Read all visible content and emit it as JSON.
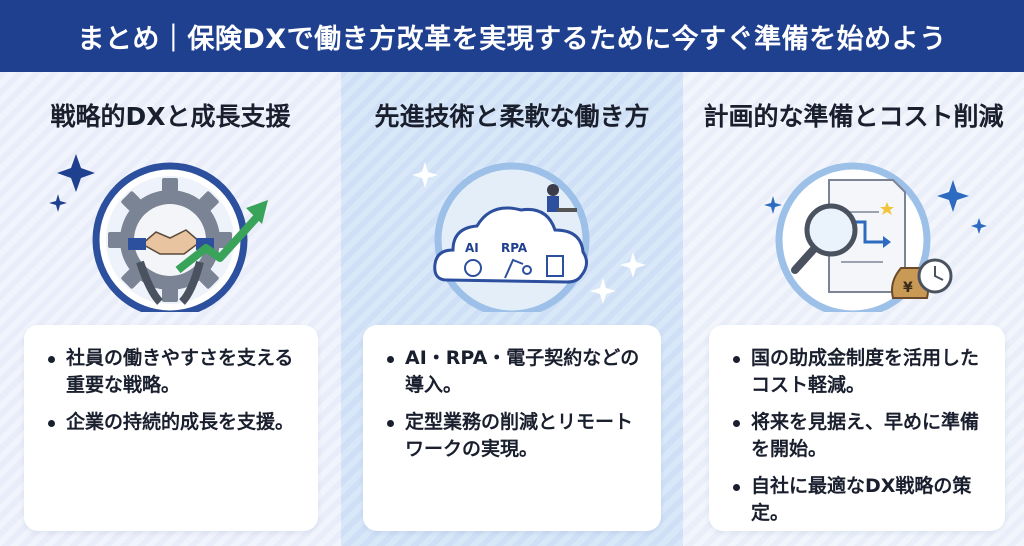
{
  "header": {
    "title": "まとめ｜保険DXで働き方改革を実現するために今すぐ準備を始めよう"
  },
  "columns": [
    {
      "title": "戦略的DXと成長支援",
      "bullets": [
        "社員の働きやすさを支える重要な戦略。",
        "企業の持続的成長を支援。"
      ]
    },
    {
      "title": "先進技術と柔軟な働き方",
      "illus": {
        "ai": "AI",
        "rpa": "RPA"
      },
      "bullets": [
        "AI・RPA・電子契約などの導入。",
        "定型業務の削減とリモートワークの実現。"
      ]
    },
    {
      "title": "計画的な準備とコスト削減",
      "illus": {
        "yen": "¥"
      },
      "bullets": [
        "国の助成金制度を活用したコスト軽減。",
        "将来を見据え、早めに準備を開始。",
        "自社に最適なDX戦略の策定。"
      ]
    }
  ],
  "colors": {
    "header_bg": "#1f3f8f",
    "accent_green": "#3aa35a",
    "ring_blue": "#2c4f9e",
    "light_ring": "#9cc0e8"
  },
  "icons": [
    "sparkle-icon",
    "gear-handshake-icon",
    "growth-arrow-icon",
    "cloud-ai-rpa-icon",
    "magnifier-document-icon",
    "money-bag-icon",
    "clock-icon"
  ]
}
